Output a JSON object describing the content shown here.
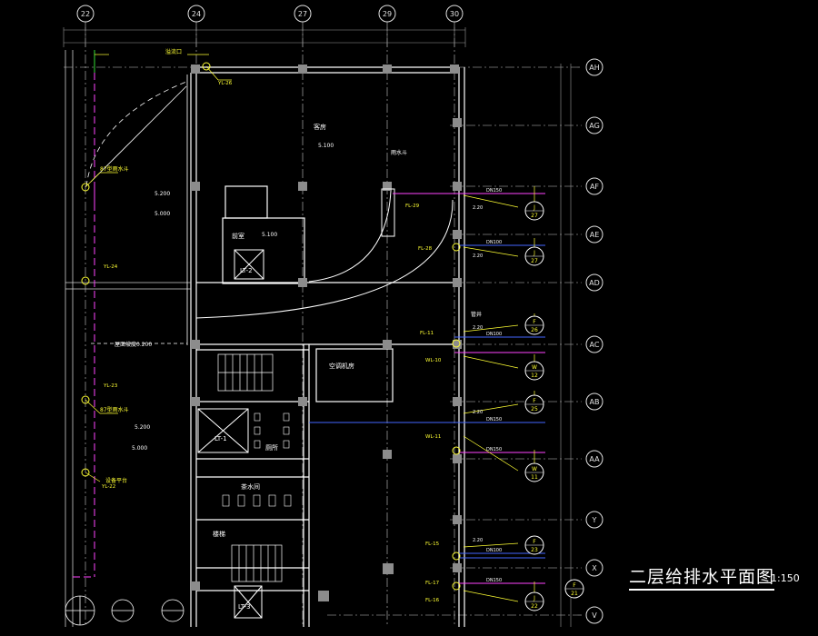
{
  "drawing": {
    "title": "二层给排水平面图",
    "scale": "1:150"
  },
  "grid": {
    "columns": [
      "22",
      "24",
      "27",
      "29",
      "30"
    ],
    "rows": [
      "AH",
      "AG",
      "AF",
      "AE",
      "AD",
      "AC",
      "AB",
      "AA",
      "Y",
      "X",
      "V"
    ]
  },
  "rooms": {
    "office": "客房",
    "lobby": "前室",
    "equipment": "空调机房",
    "stair": "楼梯",
    "toilet": "厕所",
    "pantry": "茶水间"
  },
  "elevators": {
    "e1": "LT-1",
    "e2": "LT-2",
    "e3": "LT-3"
  },
  "elevations": {
    "main": "5.100",
    "main2": "5.100",
    "roof1": "5.200",
    "roof1b": "5.000",
    "roof2": "5.200",
    "roof2b": "5.000",
    "slope_note": "屋面坡度0.200"
  },
  "notes": {
    "rain_outlet_top": "87型雨水斗",
    "rain_outlet_mid": "87型雨水斗",
    "overflow": "溢流口",
    "roof_drain": "雨水斗",
    "pipe_well": "管井",
    "roof_plat": "设备平台"
  },
  "pipes": {
    "p1": "YL-26",
    "p2": "YL-24",
    "p3": "YL-23",
    "p4": "YL-22",
    "p5": "FL-29",
    "p6": "FL-28",
    "p7": "FL-11",
    "p8": "WL-10",
    "p9": "WL-11",
    "p10": "FL-15",
    "p11": "FL-17",
    "p12": "FL-16"
  },
  "risers": {
    "r1": {
      "top": "J",
      "bot": "27"
    },
    "r2": {
      "top": "J",
      "bot": "27"
    },
    "r3": {
      "top": "F",
      "bot": "26"
    },
    "r4": {
      "top": "W",
      "bot": "12"
    },
    "r5": {
      "top": "F",
      "bot": "25"
    },
    "r6": {
      "top": "W",
      "bot": "11"
    },
    "r7": {
      "top": "F",
      "bot": "23"
    },
    "r8": {
      "top": "J",
      "bot": "22"
    },
    "r9": {
      "top": "F",
      "bot": "21"
    }
  },
  "sizes": {
    "dn": "DN150",
    "dn2": "DN100",
    "slope": "2.20"
  }
}
